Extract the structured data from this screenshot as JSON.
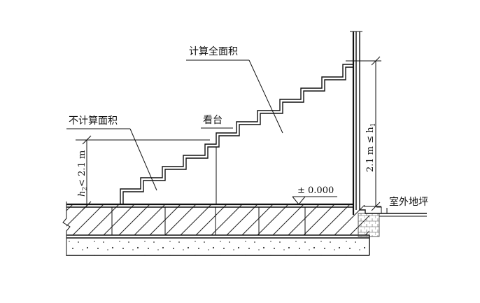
{
  "labels": {
    "full_area": "计算全面积",
    "no_area": "不计算面积",
    "stand": "看台",
    "elevation": "± 0.000",
    "outdoor_ground": "室外地坪",
    "h2_dim": "h",
    "h2_sub": "2",
    "h2_rest": "< 2.1 m",
    "h1_dim": "2.1 m ≤ h",
    "h1_sub": "1"
  }
}
